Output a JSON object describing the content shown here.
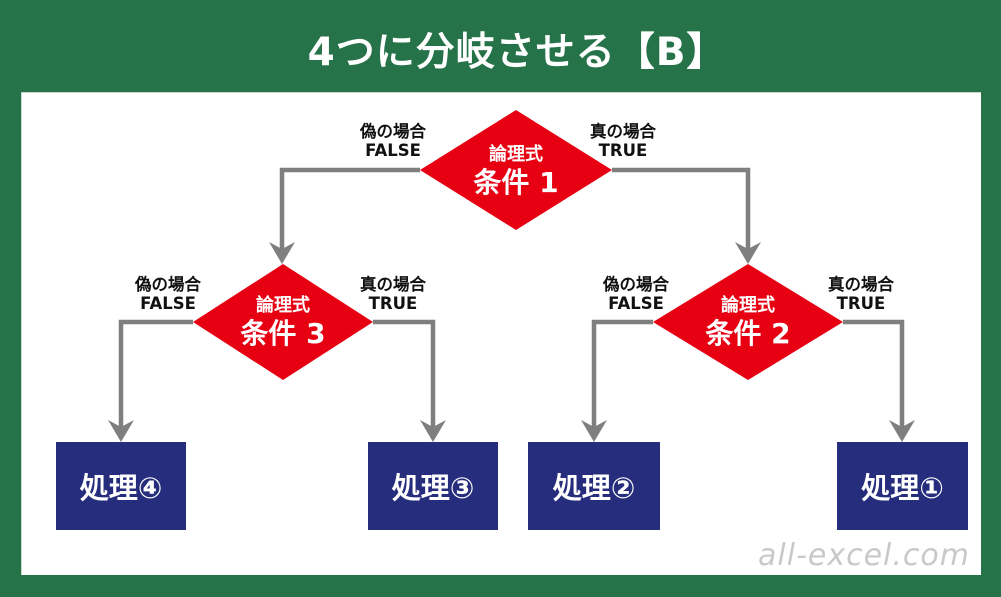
{
  "page": {
    "title": "4つに分岐させる【B】"
  },
  "watermark": {
    "text": "all-excel.com"
  },
  "colors": {
    "header_green": "#26734a",
    "diamond_red": "#e60012",
    "box_navy": "#272d7d",
    "connector_gray": "#7f7f7f",
    "label_black": "#111111",
    "watermark_gray": "#c9c9c9"
  },
  "flowchart": {
    "decisions": [
      {
        "subtitle": "論理式",
        "title": "条件 1"
      },
      {
        "subtitle": "論理式",
        "title": "条件 3"
      },
      {
        "subtitle": "論理式",
        "title": "条件 2"
      }
    ],
    "branch_labels": {
      "false_line1": "偽の場合",
      "false_line2": "FALSE",
      "true_line1": "真の場合",
      "true_line2": "TRUE"
    },
    "process_boxes": [
      {
        "label": "処理④"
      },
      {
        "label": "処理③"
      },
      {
        "label": "処理②"
      },
      {
        "label": "処理①"
      }
    ]
  }
}
